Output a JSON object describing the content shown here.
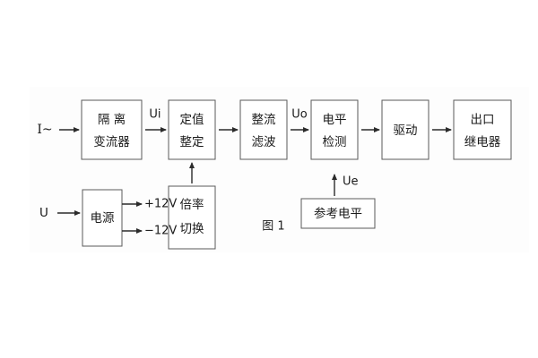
{
  "figure": {
    "caption": "图 1",
    "background_color": "#ffffff",
    "panel_color": "#fdfdfd",
    "box_stroke_color": "#5a5a5a",
    "line_color": "#2b2b2b",
    "text_color": "#1a1a1a"
  },
  "inputs": {
    "current": "I~",
    "voltage": "U"
  },
  "signals": {
    "ui": "Ui",
    "uo": "Uo",
    "ue": "Ue"
  },
  "rails": {
    "positive": "+12V",
    "negative": "−12V"
  },
  "blocks": {
    "isolation_ct": {
      "line1": "隔 离",
      "line2": "变流器"
    },
    "setpoint": {
      "line1": "定值",
      "line2": "整定"
    },
    "rectify_filter": {
      "line1": "整流",
      "line2": "滤波"
    },
    "level_detect": {
      "line1": "电平",
      "line2": "检测"
    },
    "drive": {
      "line1": "驱动",
      "line2": ""
    },
    "output_relay": {
      "line1": "出口",
      "line2": "继电器"
    },
    "power_supply": {
      "line1": "电源",
      "line2": ""
    },
    "multiplier_switch": {
      "line1": "倍率",
      "line2": "切换"
    },
    "reference_level": {
      "line1": "参考电平",
      "line2": ""
    }
  }
}
